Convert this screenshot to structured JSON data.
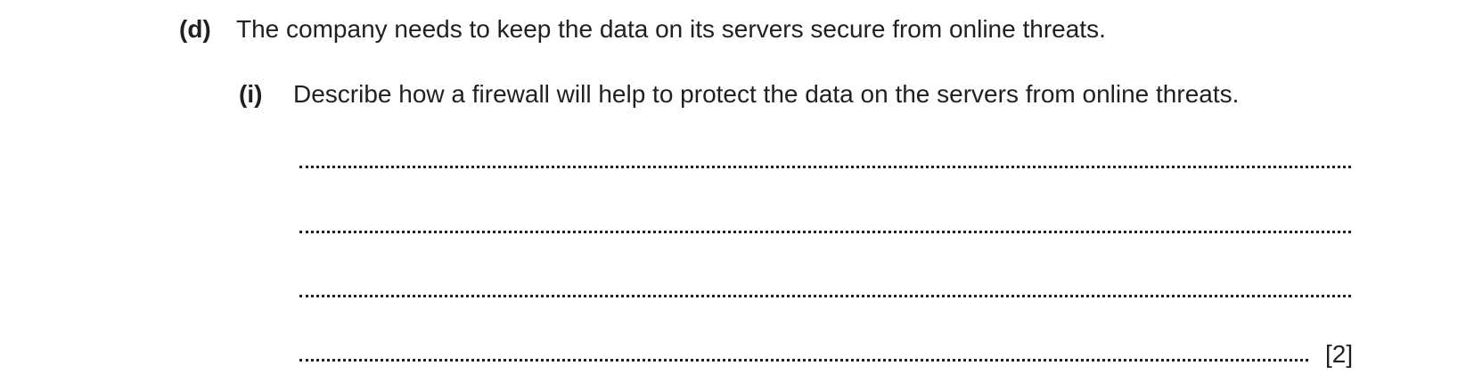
{
  "question_d": {
    "label": "(d)",
    "text": "The company needs to keep the data on its servers secure from online threats."
  },
  "question_d_i": {
    "label": "(i)",
    "text": "Describe how a firewall will help to protect the data on the servers from online threats.",
    "marks": "[2]"
  }
}
